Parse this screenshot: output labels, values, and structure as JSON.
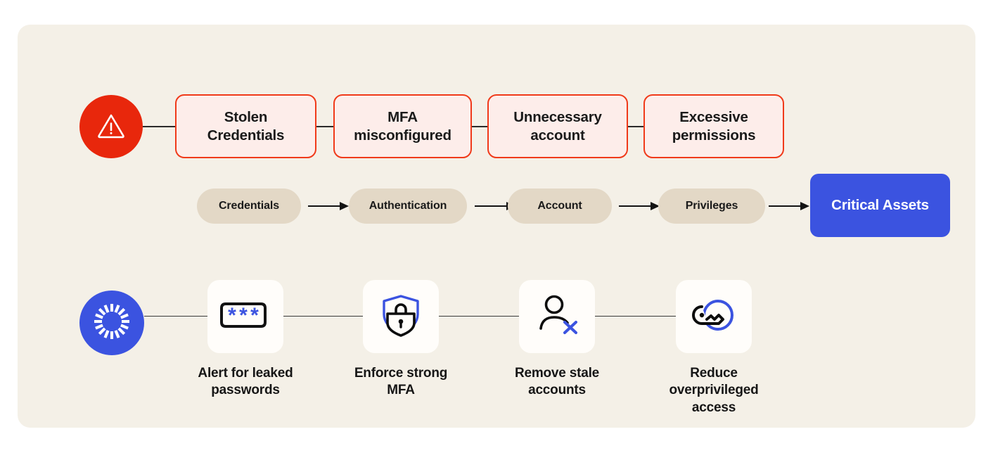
{
  "card": {
    "background_color": "#F4F0E7"
  },
  "colors": {
    "threat_red": "#F03A1A",
    "threat_red_fill": "#FDEDEA",
    "alert_circle": "#E8270C",
    "pill_beige": "#E3D8C6",
    "brand_blue": "#3B53E0",
    "icon_card": "#FFFDFA",
    "text_dark": "#1A1A1A",
    "text_on_blue": "#FFFFFF"
  },
  "threat_row": {
    "alert_icon": "warning-triangle-icon",
    "boxes": [
      {
        "line1": "Stolen",
        "line2": "Credentials"
      },
      {
        "line1": "MFA",
        "line2": "misconfigured"
      },
      {
        "line1": "Unnecessary",
        "line2": "account"
      },
      {
        "line1": "Excessive",
        "line2": "permissions"
      }
    ]
  },
  "chain_row": {
    "pills": [
      {
        "label": "Credentials"
      },
      {
        "label": "Authentication"
      },
      {
        "label": "Account"
      },
      {
        "label": "Privileges"
      }
    ],
    "target": {
      "label": "Critical Assets"
    }
  },
  "mitigation_row": {
    "badge_icon": "sunburst-icon",
    "items": [
      {
        "icon": "password-asterisks-icon",
        "line1": "Alert for leaked",
        "line2": "passwords",
        "line3": ""
      },
      {
        "icon": "shield-lock-icon",
        "line1": "Enforce strong",
        "line2": "MFA",
        "line3": ""
      },
      {
        "icon": "user-remove-icon",
        "line1": "Remove stale",
        "line2": "accounts",
        "line3": ""
      },
      {
        "icon": "key-circle-icon",
        "line1": "Reduce",
        "line2": "overprivileged",
        "line3": "access"
      }
    ]
  }
}
